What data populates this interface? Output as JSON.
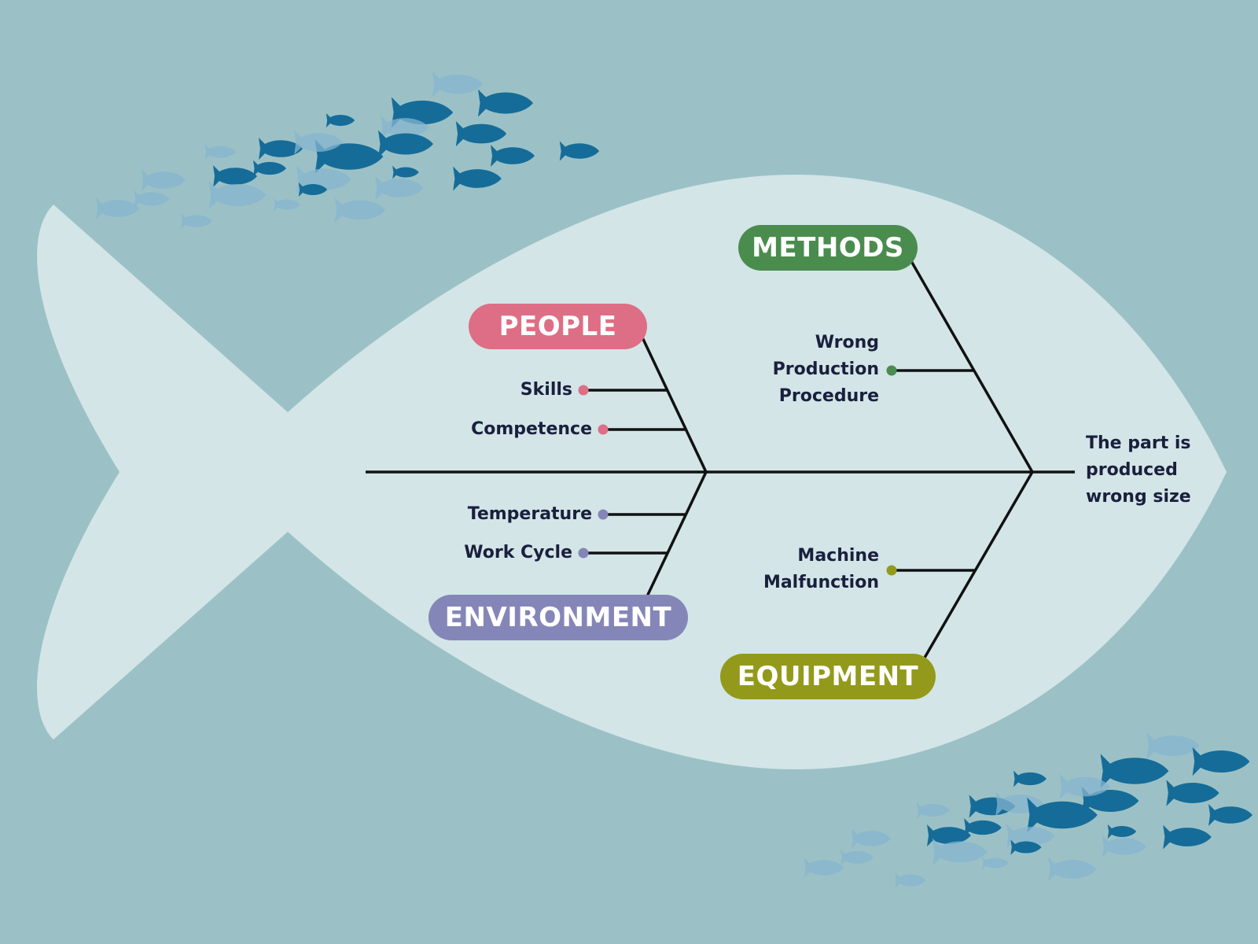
{
  "diagram": {
    "type": "fishbone",
    "effect": {
      "lines": [
        "The part is",
        "produced",
        "wrong size"
      ]
    },
    "categories": {
      "methods": {
        "label": "METHODS",
        "color": "#4a8c4e"
      },
      "people": {
        "label": "PEOPLE",
        "color": "#de6e85"
      },
      "environment": {
        "label": "ENVIRONMENT",
        "color": "#8586b8"
      },
      "equipment": {
        "label": "EQUIPMENT",
        "color": "#939a1b"
      }
    },
    "causes": {
      "skills": "Skills",
      "competence": "Competence",
      "temperature": "Temperature",
      "work_cycle": "Work Cycle",
      "wrong_production_procedure": [
        "Wrong",
        "Production",
        "Procedure"
      ],
      "machine_malfunction": [
        "Machine",
        "Malfunction"
      ]
    }
  },
  "colors": {
    "background": "#9bc1c6",
    "fish_body": "#d3e5e7",
    "fish_school_dark": "#156c98",
    "fish_school_light": "#85b4cf",
    "line": "#111111",
    "text": "#1a1f3d"
  },
  "decorations": [
    "fish-school-top-left",
    "fish-school-bottom-right"
  ]
}
